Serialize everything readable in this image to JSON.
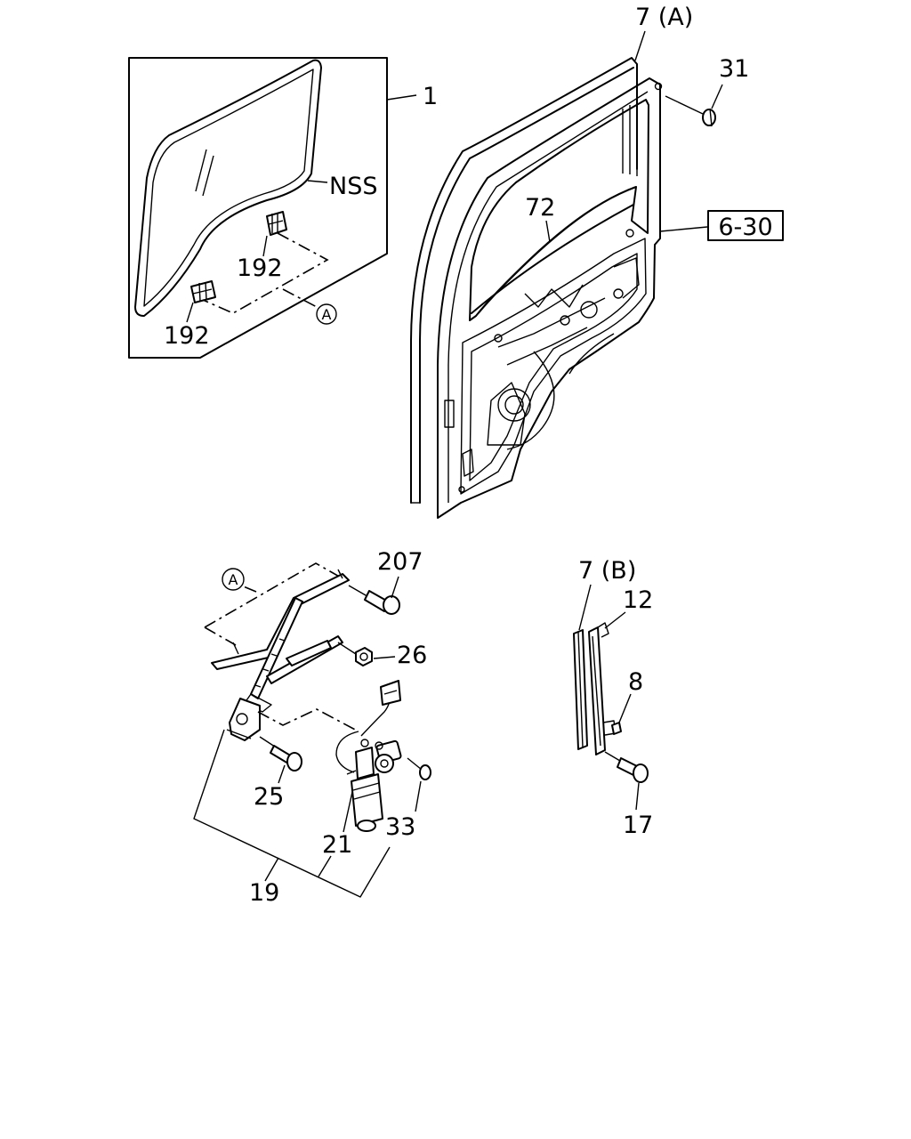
{
  "callouts": {
    "glass": "1",
    "nss": "NSS",
    "clip_upper": "192",
    "clip_lower": "192",
    "ref_a_glass": "A",
    "weatherstrip_a": "7 (A)",
    "screw_31": "31",
    "seal_72": "72",
    "ref_page": "6-30",
    "ref_a_regulator": "A",
    "bolt_207": "207",
    "nut_26": "26",
    "bolt_25": "25",
    "motor_21": "21",
    "screw_33": "33",
    "regulator_assy_19": "19",
    "weatherstrip_b": "7 (B)",
    "channel_12": "12",
    "clip_8": "8",
    "bolt_17": "17"
  }
}
